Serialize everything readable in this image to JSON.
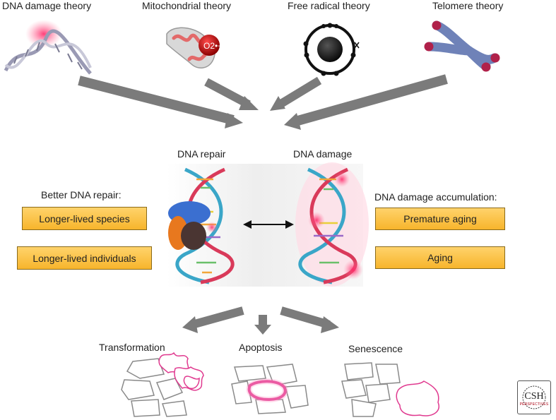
{
  "theories": {
    "dna_damage": "DNA damage theory",
    "mitochondrial": "Mitochondrial theory",
    "free_radical": "Free radical theory",
    "telomere": "Telomere theory"
  },
  "mito_label": "O2•−",
  "center": {
    "repair_label": "DNA repair",
    "damage_label": "DNA damage"
  },
  "left": {
    "heading": "Better DNA repair:",
    "boxes": [
      "Longer-lived species",
      "Longer-lived individuals"
    ]
  },
  "right": {
    "heading": "DNA damage accumulation:",
    "boxes": [
      "Premature aging",
      "Aging"
    ]
  },
  "outcomes": {
    "transformation": "Transformation",
    "apoptosis": "Apoptosis",
    "senescence": "Senescence"
  },
  "logo": {
    "main": "CSH",
    "sub": "PERSPECTIVES"
  },
  "colors": {
    "arrow": "#7b7b7b",
    "box_fill": "#f9be3e",
    "cell_outline": "#888888",
    "highlight": "#e0398f"
  }
}
